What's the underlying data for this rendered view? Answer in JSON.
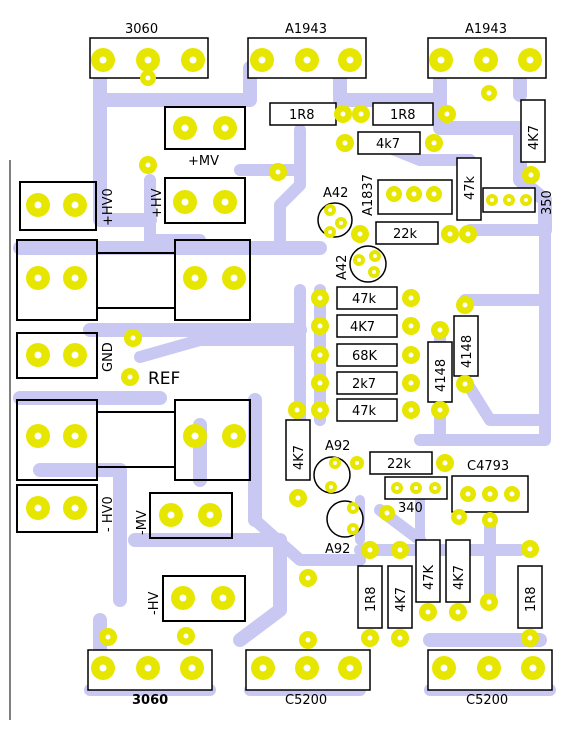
{
  "board": {
    "components": {
      "transistor_top_left": "3060",
      "transistor_top_mid": "A1943",
      "transistor_top_right": "A1943",
      "transistor_bottom_left": "3060",
      "transistor_bottom_mid": "C5200",
      "transistor_bottom_right": "C5200",
      "r_1r8_a": "1R8",
      "r_1r8_b": "1R8",
      "r_4k7_top": "4k7",
      "r_4k7_right_vertical": "4K7",
      "r_47k_vertical": "47k",
      "r_22k_top": "22k",
      "r_47k_1": "47k",
      "r_4k7_1": "4K7",
      "r_68k": "68K",
      "r_2k7": "2k7",
      "r_47k_2": "47k",
      "d_4148_a": "4148",
      "d_4148_b": "4148",
      "r_4k7_left_vertical": "4K7",
      "r_22k_bottom": "22k",
      "q_c4793": "C4793",
      "q_a1837": "A1837",
      "q_a42_top": "A42",
      "q_a42_mid": "A42",
      "q_a92_top": "A92",
      "q_a92_bottom": "A92",
      "trim_350": "350",
      "trim_340": "340",
      "r_1r8_bottom_a": "1R8",
      "r_4k7_bottom_a": "4K7",
      "r_47k_bottom": "47K",
      "r_4k7_bottom_b": "4K7",
      "r_1r8_bottom_b": "1R8"
    },
    "terminals": {
      "hv0_pos": "+HV0",
      "hv_pos": "+HV",
      "mv_pos": "+MV",
      "gnd": "GND",
      "ref": "REF",
      "hv0_neg": "- HV0",
      "mv_neg": "-MV",
      "hv_neg": "-HV"
    },
    "colors": {
      "pad": "#e6e600",
      "trace": "#c8c8f2",
      "outline": "#000000"
    }
  }
}
